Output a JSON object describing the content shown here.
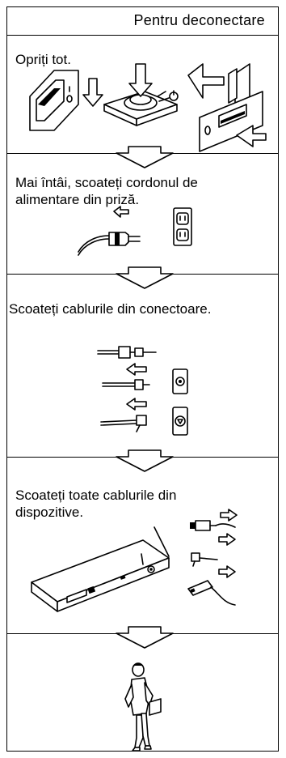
{
  "title": "Pentru deconectare",
  "steps": [
    {
      "text": "Opriți tot."
    },
    {
      "text": "Mai întâi, scoateți cordonul de alimentare din priză."
    },
    {
      "text": "Scoateți cablurile din conectoare."
    },
    {
      "text": "Scoateți toate cablurile din dispozitive."
    }
  ],
  "icons": [
    "power-switch-icon",
    "power-button-icon",
    "slide-switch-icon",
    "power-plug-icon",
    "wall-outlet-icon",
    "cable-connector-icon",
    "laptop-ports-icon",
    "walking-person-icon",
    "down-arrow-icon",
    "left-arrow-icon",
    "right-arrow-icon"
  ]
}
